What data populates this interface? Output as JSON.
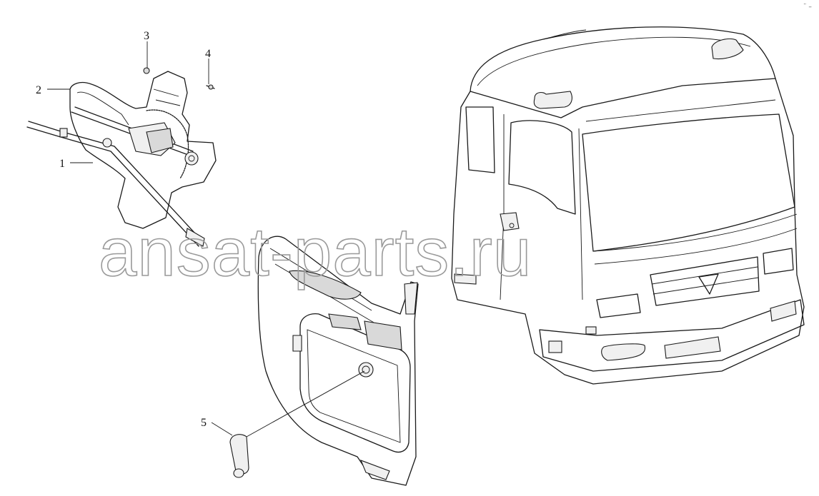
{
  "callouts": [
    {
      "id": "1",
      "label": "1"
    },
    {
      "id": "2",
      "label": "2"
    },
    {
      "id": "3",
      "label": "3"
    },
    {
      "id": "4",
      "label": "4"
    },
    {
      "id": "5",
      "label": "5"
    }
  ],
  "watermark": "ansat-parts.ru",
  "corner_mark": "¨ –"
}
